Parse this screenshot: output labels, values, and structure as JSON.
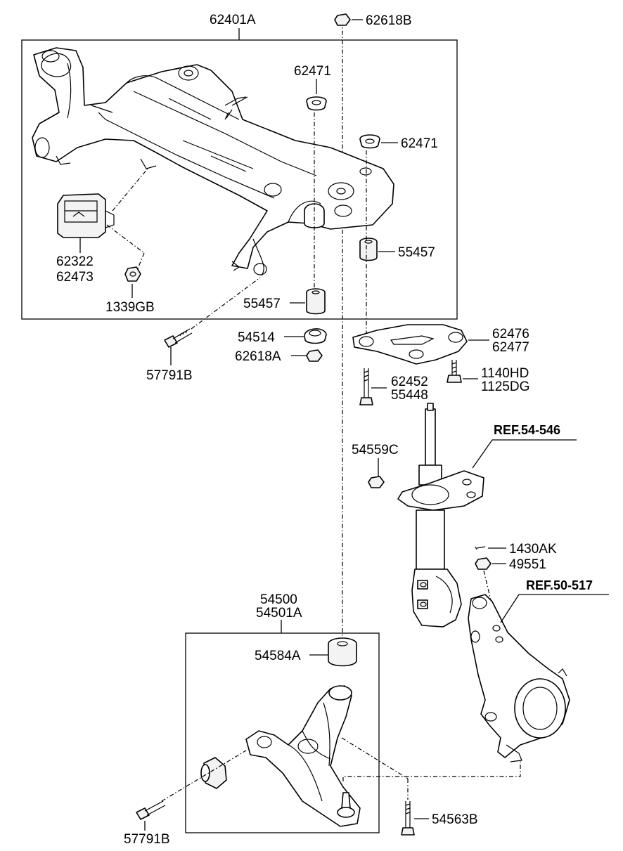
{
  "labels": {
    "crossmember": "62401A",
    "nut_top": "62618B",
    "washer_upper": "62471",
    "washer_right": "62471",
    "bracket_left_1": "62322",
    "bracket_left_2": "62473",
    "nut_left": "1339GB",
    "bushing_right": "55457",
    "bushing_center": "55457",
    "seat_bushing": "54514",
    "nut_center": "62618A",
    "bolt_crossmember": "57791B",
    "stay_1": "62476",
    "stay_2": "62477",
    "bolt_stay_1": "1140HD",
    "bolt_stay_2": "1125DG",
    "bolt_long_1": "62452",
    "bolt_long_2": "55448",
    "nut_strut": "54559C",
    "ref_strut": "REF.54-546",
    "pin": "1430AK",
    "nut_knuckle": "49551",
    "ref_knuckle": "REF.50-517",
    "arm_1": "54500",
    "arm_2": "54501A",
    "bushing_arm": "54584A",
    "bolt_arm": "57791B",
    "bolt_balljoint": "54563B"
  }
}
